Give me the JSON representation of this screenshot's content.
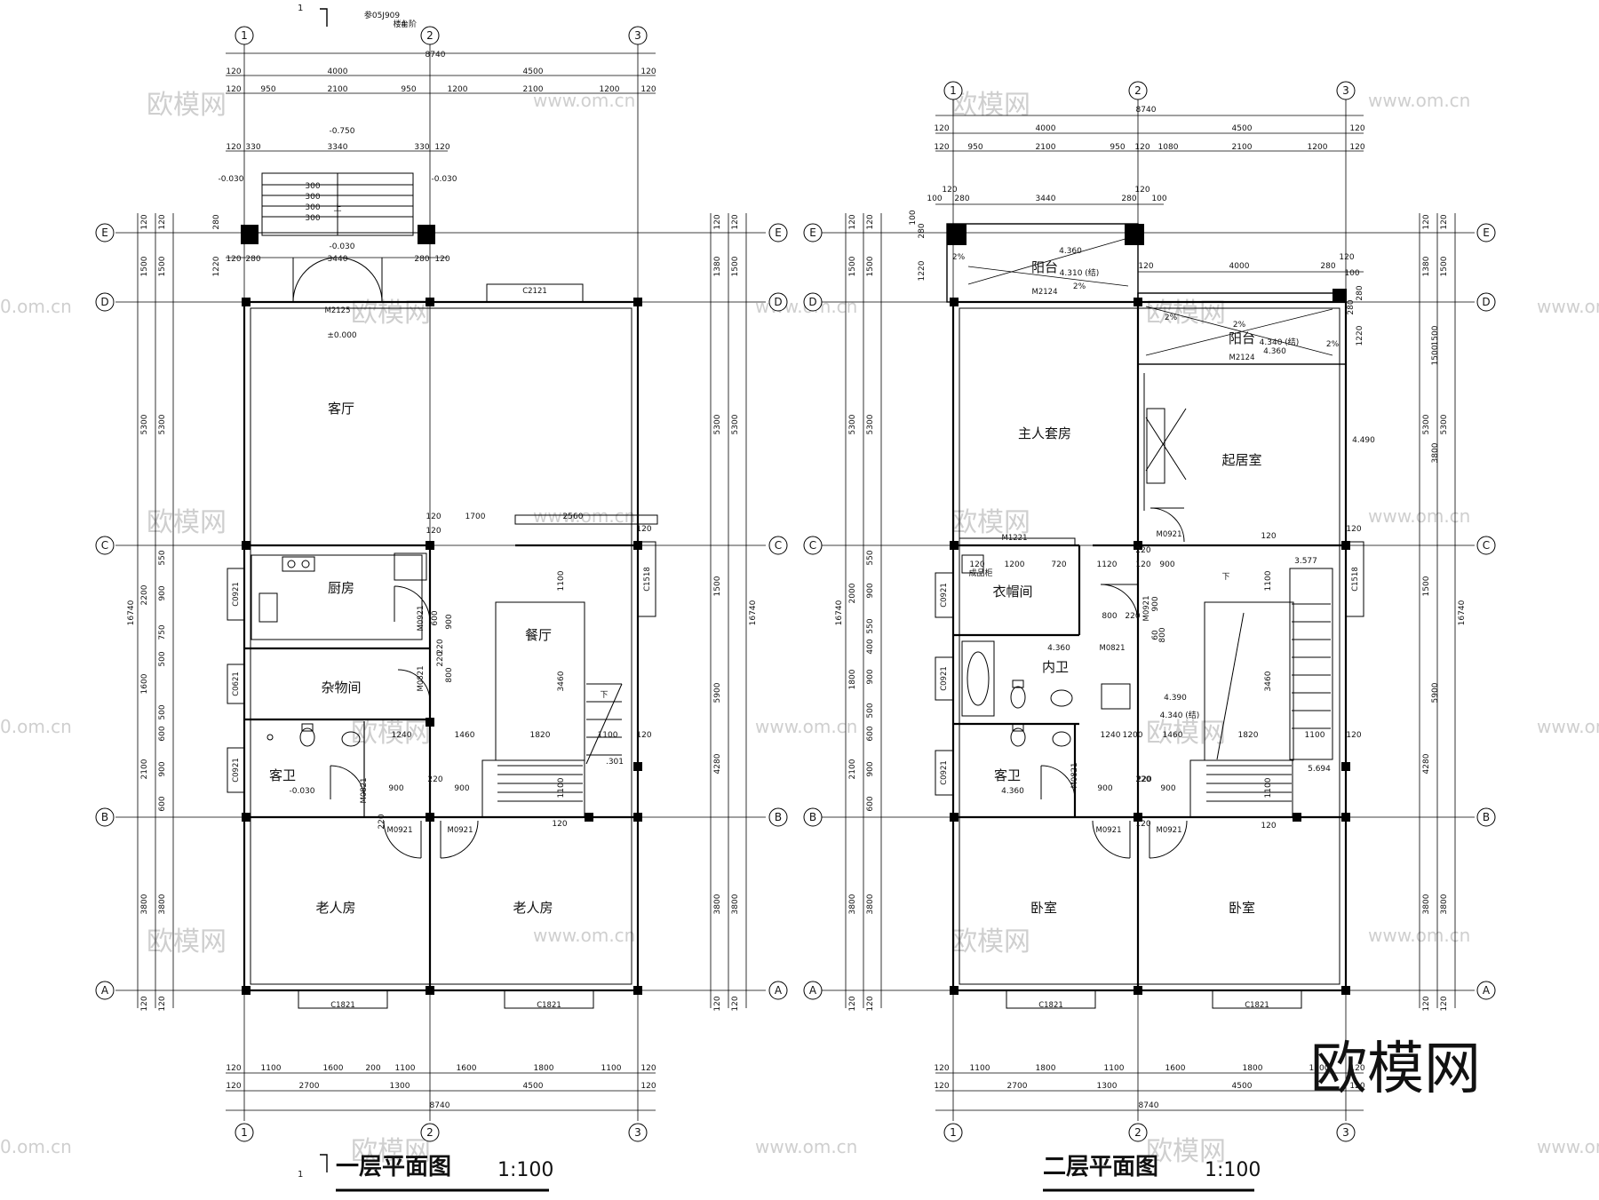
{
  "watermark": {
    "logo": "欧模网",
    "url": "www.om.cn",
    "url_short": "0.om.cn",
    "corner_logo": "欧模网"
  },
  "plans": [
    {
      "id": "first-floor",
      "title": "一层平面图",
      "scale": "1:100",
      "section_mark": "1",
      "axes_x": [
        "1",
        "2",
        "3"
      ],
      "axes_y": [
        "A",
        "B",
        "C",
        "D",
        "E"
      ],
      "top_dims_total": "8740",
      "top_dims_row1": [
        "120",
        "4000",
        "4500",
        "120"
      ],
      "top_dims_row2": [
        "120",
        "950",
        "2100",
        "950",
        "1200",
        "2100",
        "1200",
        "120"
      ],
      "stair_dims": [
        "120",
        "330",
        "3340",
        "330",
        "120"
      ],
      "stair_steps": [
        "300",
        "300",
        "300",
        "300"
      ],
      "entry_dims": [
        "120",
        "280",
        "3440",
        "280",
        "120"
      ],
      "bottom_dims_row1": [
        "120",
        "1100",
        "1600",
        "200",
        "1100",
        "1600",
        "1800",
        "1100",
        "120"
      ],
      "bottom_dims_row2": [
        "120",
        "2700",
        "1300",
        "4500",
        "120"
      ],
      "bottom_total": "8740",
      "left_dims_outer": [
        "120",
        "1500",
        "5300",
        "16740",
        "3800",
        "120"
      ],
      "left_dims_inner": [
        "120",
        "1500",
        "5300",
        "550",
        "2200",
        "900",
        "750",
        "500",
        "1600",
        "500",
        "600",
        "2100",
        "900",
        "600",
        "3800",
        "120"
      ],
      "right_dims_outer": [
        "120",
        "1380",
        "5300",
        "1500",
        "5900",
        "4280",
        "3800",
        "120"
      ],
      "right_dims_inner": [
        "120",
        "1500",
        "5300",
        "16740",
        "3800",
        "120"
      ],
      "left_misc_dims": [
        "280",
        "1220",
        "280",
        "120"
      ],
      "interior_dims": [
        "120",
        "1700",
        "2560",
        "120",
        "1100",
        "3460",
        "1100",
        "1100",
        "120",
        "1240",
        "1460",
        "1820",
        "120",
        "900",
        "220",
        "900",
        "220",
        "600",
        "220",
        "120",
        "900",
        "800",
        "220"
      ],
      "elevations": [
        "-0.750",
        "-0.030",
        "-0.030",
        "-0.030",
        "±0.000",
        "-0.030",
        ".301"
      ],
      "rooms": [
        "客厅",
        "厨房",
        "杂物间",
        "餐厅",
        "客卫",
        "老人房",
        "老人房"
      ],
      "doors": [
        "M2125",
        "M0921",
        "M0821",
        "M0821",
        "M0921",
        "M0921"
      ],
      "windows": [
        "C2121",
        "C0921",
        "C0621",
        "C0921",
        "C1518",
        "C1821",
        "C1821"
      ],
      "stair_label": "下",
      "stair_up": "上",
      "detail_ref": "参05J909",
      "detail_ref_sub": [
        "楼4",
        "台阶"
      ]
    },
    {
      "id": "second-floor",
      "title": "二层平面图",
      "scale": "1:100",
      "axes_x": [
        "1",
        "2",
        "3"
      ],
      "axes_y": [
        "A",
        "B",
        "C",
        "D",
        "E"
      ],
      "top_dims_total": "8740",
      "top_dims_row1": [
        "120",
        "4000",
        "4500",
        "120"
      ],
      "top_dims_row2": [
        "120",
        "950",
        "2100",
        "950",
        "120",
        "1080",
        "2100",
        "1200",
        "120"
      ],
      "balcony_dims": [
        "100",
        "120",
        "280",
        "3440",
        "280",
        "120",
        "100"
      ],
      "balcony2_dims": [
        "120",
        "4000",
        "280",
        "120"
      ],
      "bottom_dims_row1": [
        "120",
        "1100",
        "1800",
        "1100",
        "1600",
        "1800",
        "1100",
        "120"
      ],
      "bottom_dims_row2": [
        "120",
        "2700",
        "1300",
        "4500",
        "120"
      ],
      "bottom_total": "8740",
      "left_dims_outer": [
        "120",
        "1500",
        "5300",
        "16740",
        "3800",
        "120"
      ],
      "left_dims_inner": [
        "120",
        "1500",
        "5300",
        "550",
        "2000",
        "900",
        "550",
        "400",
        "1800",
        "900",
        "500",
        "600",
        "2100",
        "900",
        "600",
        "3800",
        "120"
      ],
      "right_dims_outer": [
        "120",
        "1380",
        "1500",
        "3800",
        "5300",
        "1500",
        "5900",
        "4280",
        "3800",
        "120"
      ],
      "right_dims_inner": [
        "120",
        "1500",
        "5300",
        "16740",
        "3800",
        "120"
      ],
      "left_misc_dims": [
        "100",
        "280",
        "1220"
      ],
      "interior_dims": [
        "120",
        "1200",
        "720",
        "1120",
        "120",
        "900",
        "800",
        "220",
        "60",
        "800",
        "1240",
        "1460",
        "1820",
        "1100",
        "120",
        "900",
        "220",
        "900",
        "1100",
        "1100",
        "120",
        "220",
        "120",
        "220",
        "3460",
        "120",
        "1200",
        "900",
        "120",
        "100",
        "280",
        "1220",
        "1500",
        "280"
      ],
      "elevations": [
        "4.360",
        "4.310 (结)",
        "4.360",
        "4.340 (结)",
        "4.490",
        "3.577",
        "4.360",
        "4.390",
        "4.340 (结)",
        "5.694",
        "4.360"
      ],
      "slope_labels": [
        "2%",
        "2%",
        "2%",
        "2%",
        "2%"
      ],
      "rooms": [
        "阳台",
        "阳台",
        "主人套房",
        "起居室",
        "衣帽间",
        "内卫",
        "客卫",
        "卧室",
        "卧室"
      ],
      "doors": [
        "M2124",
        "M2124",
        "M1221",
        "M0921",
        "M0921",
        "M0821",
        "M0821",
        "M0921",
        "M0921"
      ],
      "windows": [
        "C0921",
        "C0921",
        "C0921",
        "C1518",
        "C1821",
        "C1821"
      ],
      "stair_label": "下",
      "fixture_label": "成品柜"
    }
  ]
}
